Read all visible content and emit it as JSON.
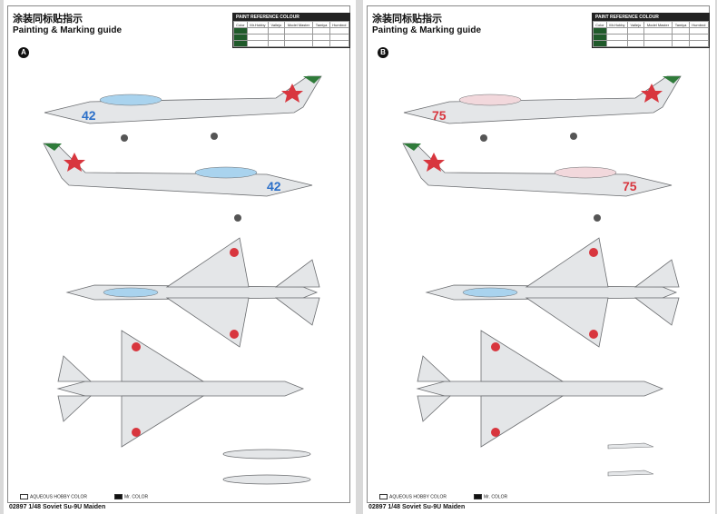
{
  "sheets": [
    {
      "title_cn": "涂装同标贴指示",
      "title_en": "Painting & Marking guide",
      "badge": "A",
      "side_number": "42",
      "side_number_color": "#2a6fc9",
      "footer": "02897 1/48 Soviet Su-9U Maiden"
    },
    {
      "title_cn": "涂装同标贴指示",
      "title_en": "Painting & Marking guide",
      "badge": "B",
      "side_number": "75",
      "side_number_color": "#d8363e",
      "footer": "02897 1/48 Soviet Su-9U Maiden"
    }
  ],
  "reference": {
    "heading": "PAINT REFERENCE COLOUR",
    "columns": [
      "Color",
      "Mr.Hobby",
      "Vallejo",
      "Model Master",
      "Tamiya",
      "Humbrol"
    ]
  },
  "legend": {
    "aqueous": "AQUEOUS HOBBY COLOR",
    "mr": "Mr. COLOR"
  },
  "colors": {
    "aircraft": "#e4e6e8",
    "outline": "#6b6d70",
    "canopy": "#a9d3ee",
    "star": "#d8363e",
    "tail_green": "#2f7b3a"
  }
}
